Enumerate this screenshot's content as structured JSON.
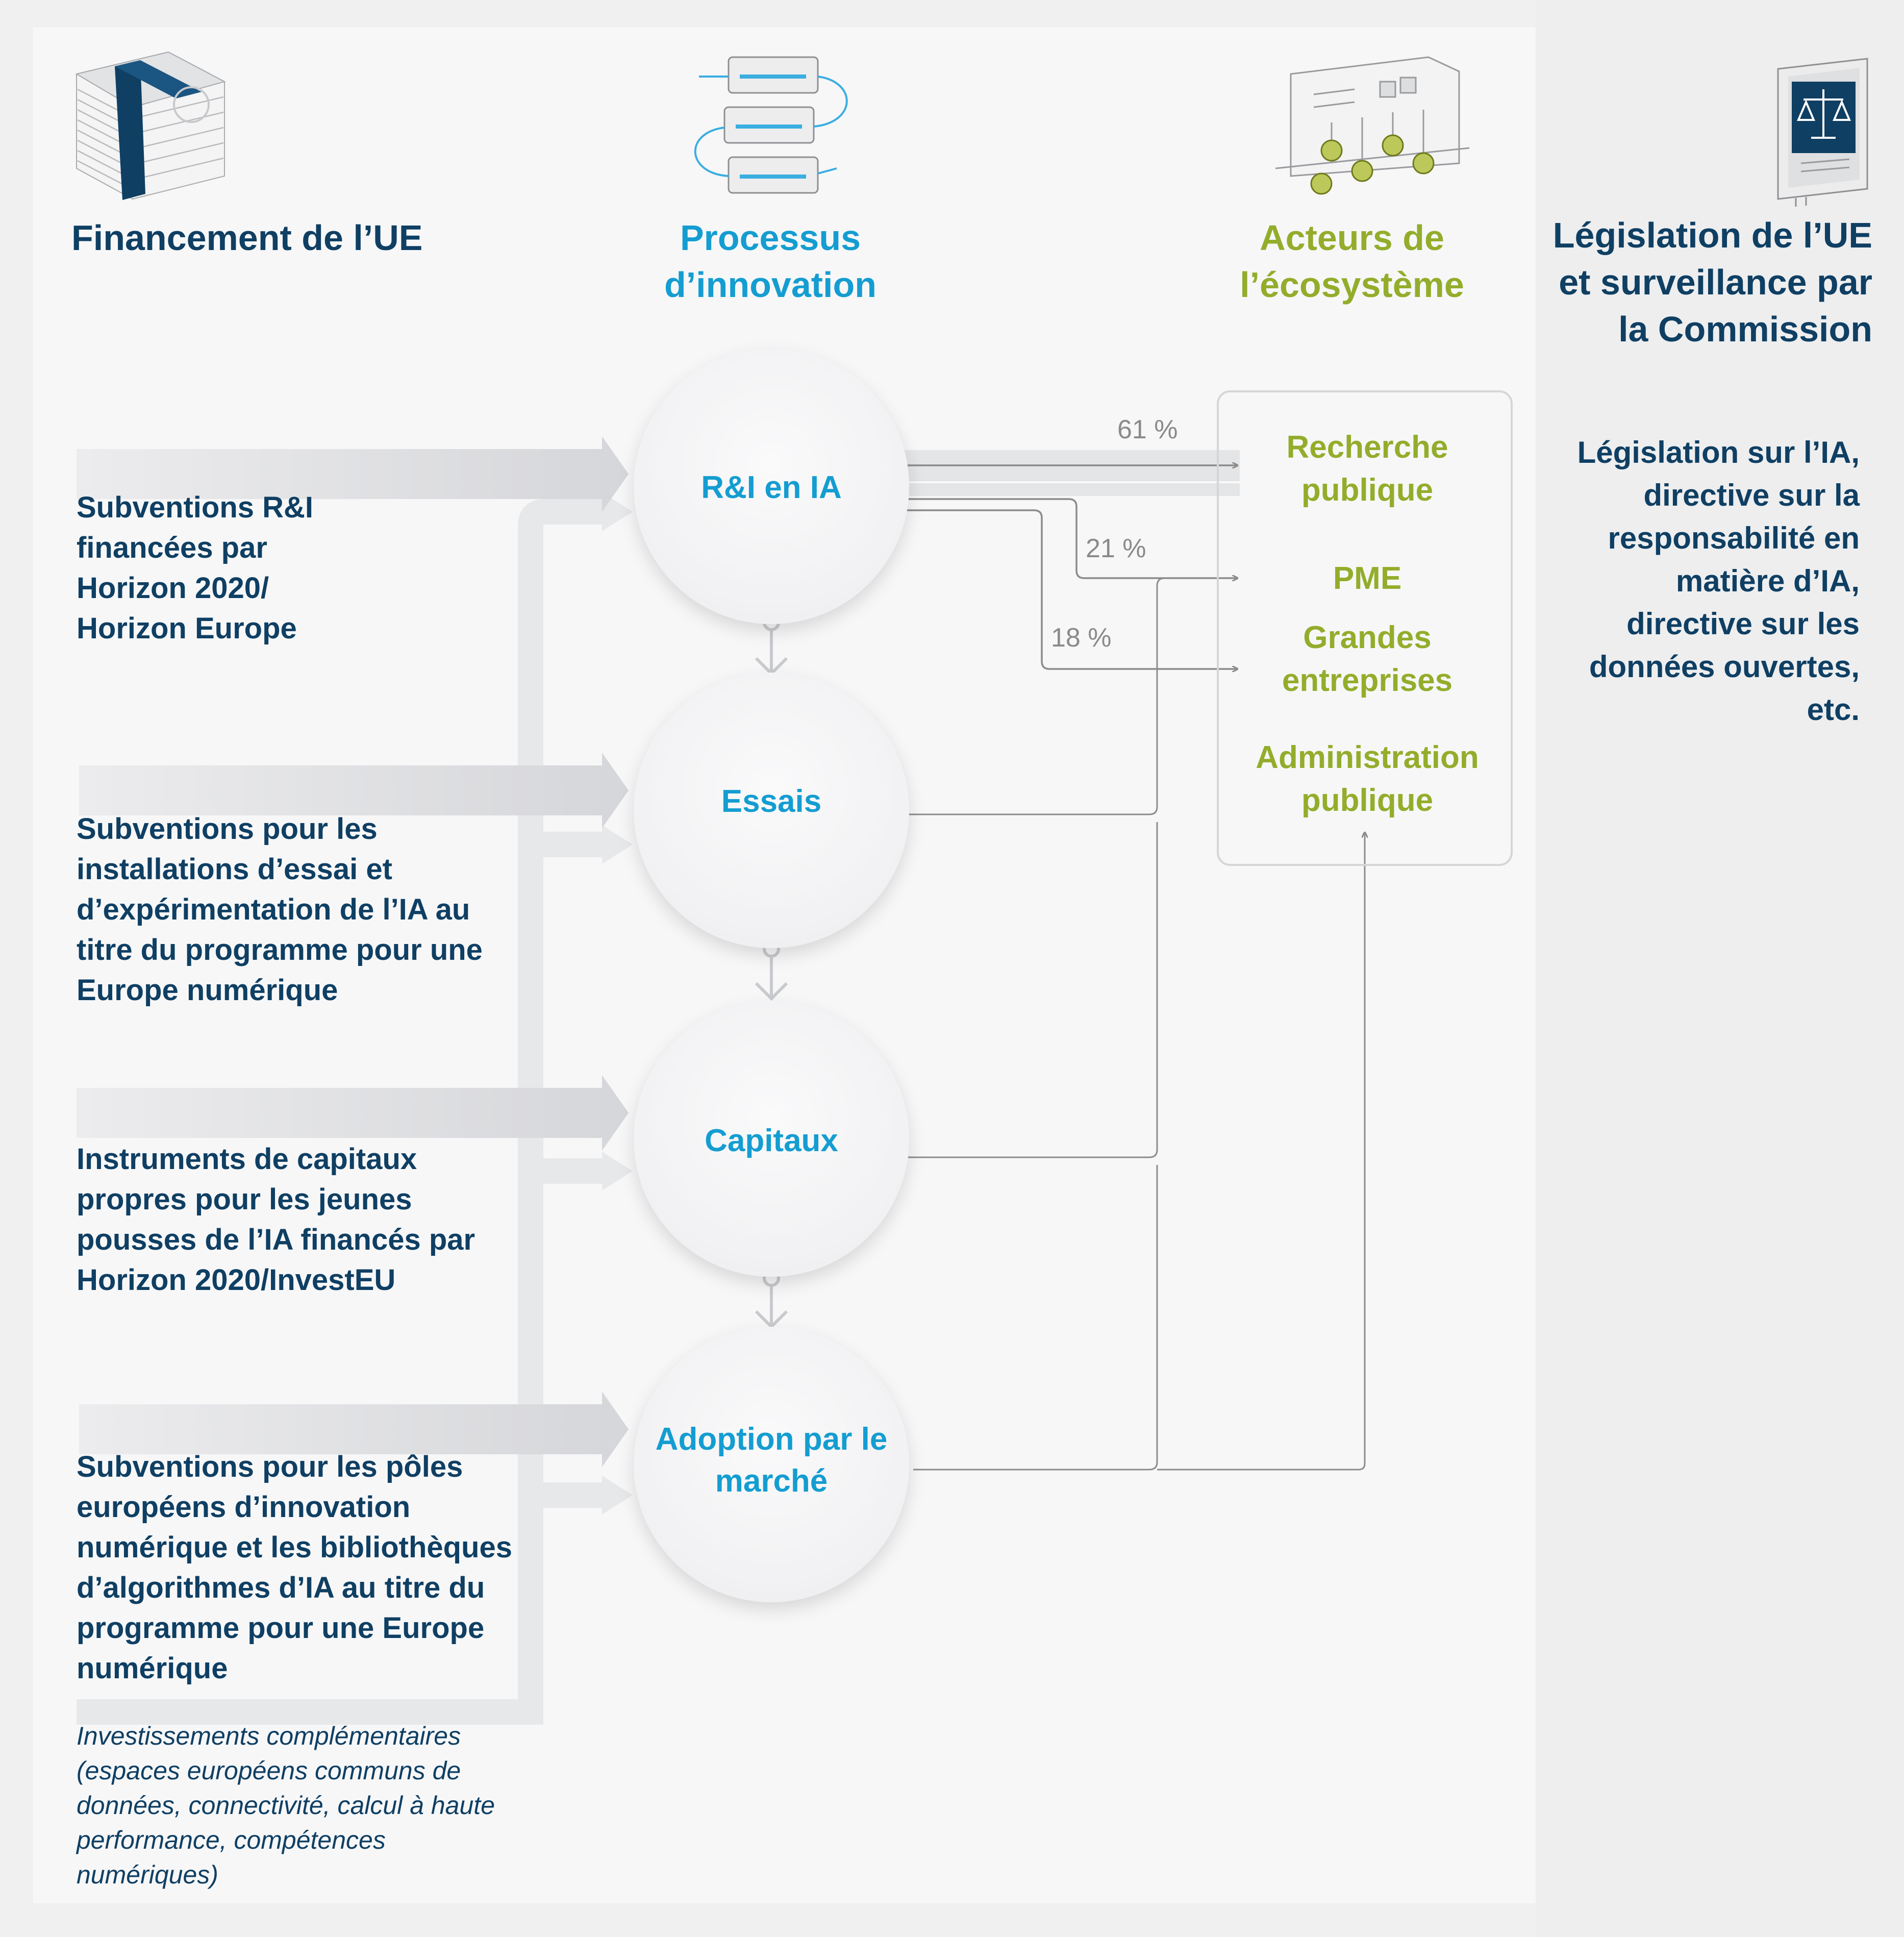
{
  "headers": {
    "funding": "Financement de l’UE",
    "process": "Processus d’innovation",
    "actors": "Acteurs de l’écosystème",
    "legislation": "Législation de l’UE et surveillance par la Commission"
  },
  "funding_items": [
    "Subventions R&I financées par Horizon 2020/ Horizon Europe",
    "Subventions pour les installations d’essai et d’expérimentation de l’IA au titre du programme pour une Europe numérique",
    "Instruments de capitaux propres pour les jeunes pousses de l’IA financés par Horizon 2020/InvestEU",
    "Subventions pour les pôles européens d’innovation numérique et les bibliothèques d’algorithmes d’IA au titre du programme pour une Europe numérique"
  ],
  "complementary_note": "Investissements complémentaires (espaces européens communs de données, connectivité, calcul à haute performance, compétences numériques)",
  "process_steps": [
    "R&I en IA",
    "Essais",
    "Capitaux",
    "Adoption par le marché"
  ],
  "actors": [
    "Recherche publique",
    "PME",
    "Grandes entreprises",
    "Administration publique"
  ],
  "flow_shares": [
    {
      "label": "61 %",
      "to": "Recherche publique"
    },
    {
      "label": "21 %",
      "to": "PME"
    },
    {
      "label": "18 %",
      "to": "Grandes entreprises"
    }
  ],
  "legislation_text": "Législation sur l’IA, directive sur la responsabilité en matière d’IA, directive sur les données ouvertes, etc.",
  "colors": {
    "navy": "#0f3f63",
    "blue": "#149dd1",
    "green": "#93ad2b",
    "arrow_gray": "#d9dadd",
    "line_gray": "#8c8c8c"
  },
  "icons": [
    "money-stack-icon",
    "innovation-process-icon",
    "ecosystem-icon",
    "law-book-icon"
  ]
}
